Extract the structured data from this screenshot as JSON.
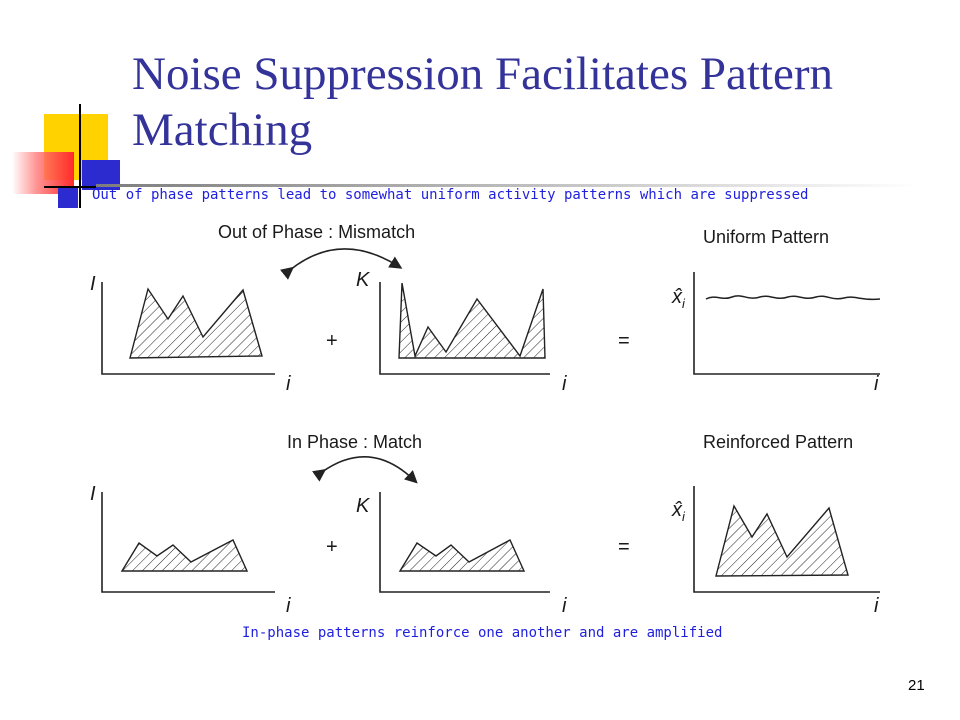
{
  "slide": {
    "title": "Noise Suppression Facilitates Pattern Matching",
    "caption_top": "Out of phase patterns lead to somewhat uniform activity patterns which are suppressed",
    "caption_bottom": "In-phase patterns reinforce one another and are amplified",
    "page_number": "21"
  },
  "colors": {
    "title": "#333399",
    "caption": "#1f1fe0"
  },
  "figure": {
    "top_row": {
      "label": "Out of Phase : Mismatch",
      "result_label": "Uniform Pattern",
      "plus": "+",
      "equals": "=",
      "i_label": "I",
      "k_label": "K",
      "x_label": "x̂",
      "x_sub": "i",
      "axis_i": "i"
    },
    "bottom_row": {
      "label": "In Phase : Match",
      "result_label": "Reinforced Pattern",
      "plus": "+",
      "equals": "=",
      "i_label": "I",
      "k_label": "K",
      "x_label": "x̂",
      "x_sub": "i",
      "axis_i": "i"
    }
  }
}
